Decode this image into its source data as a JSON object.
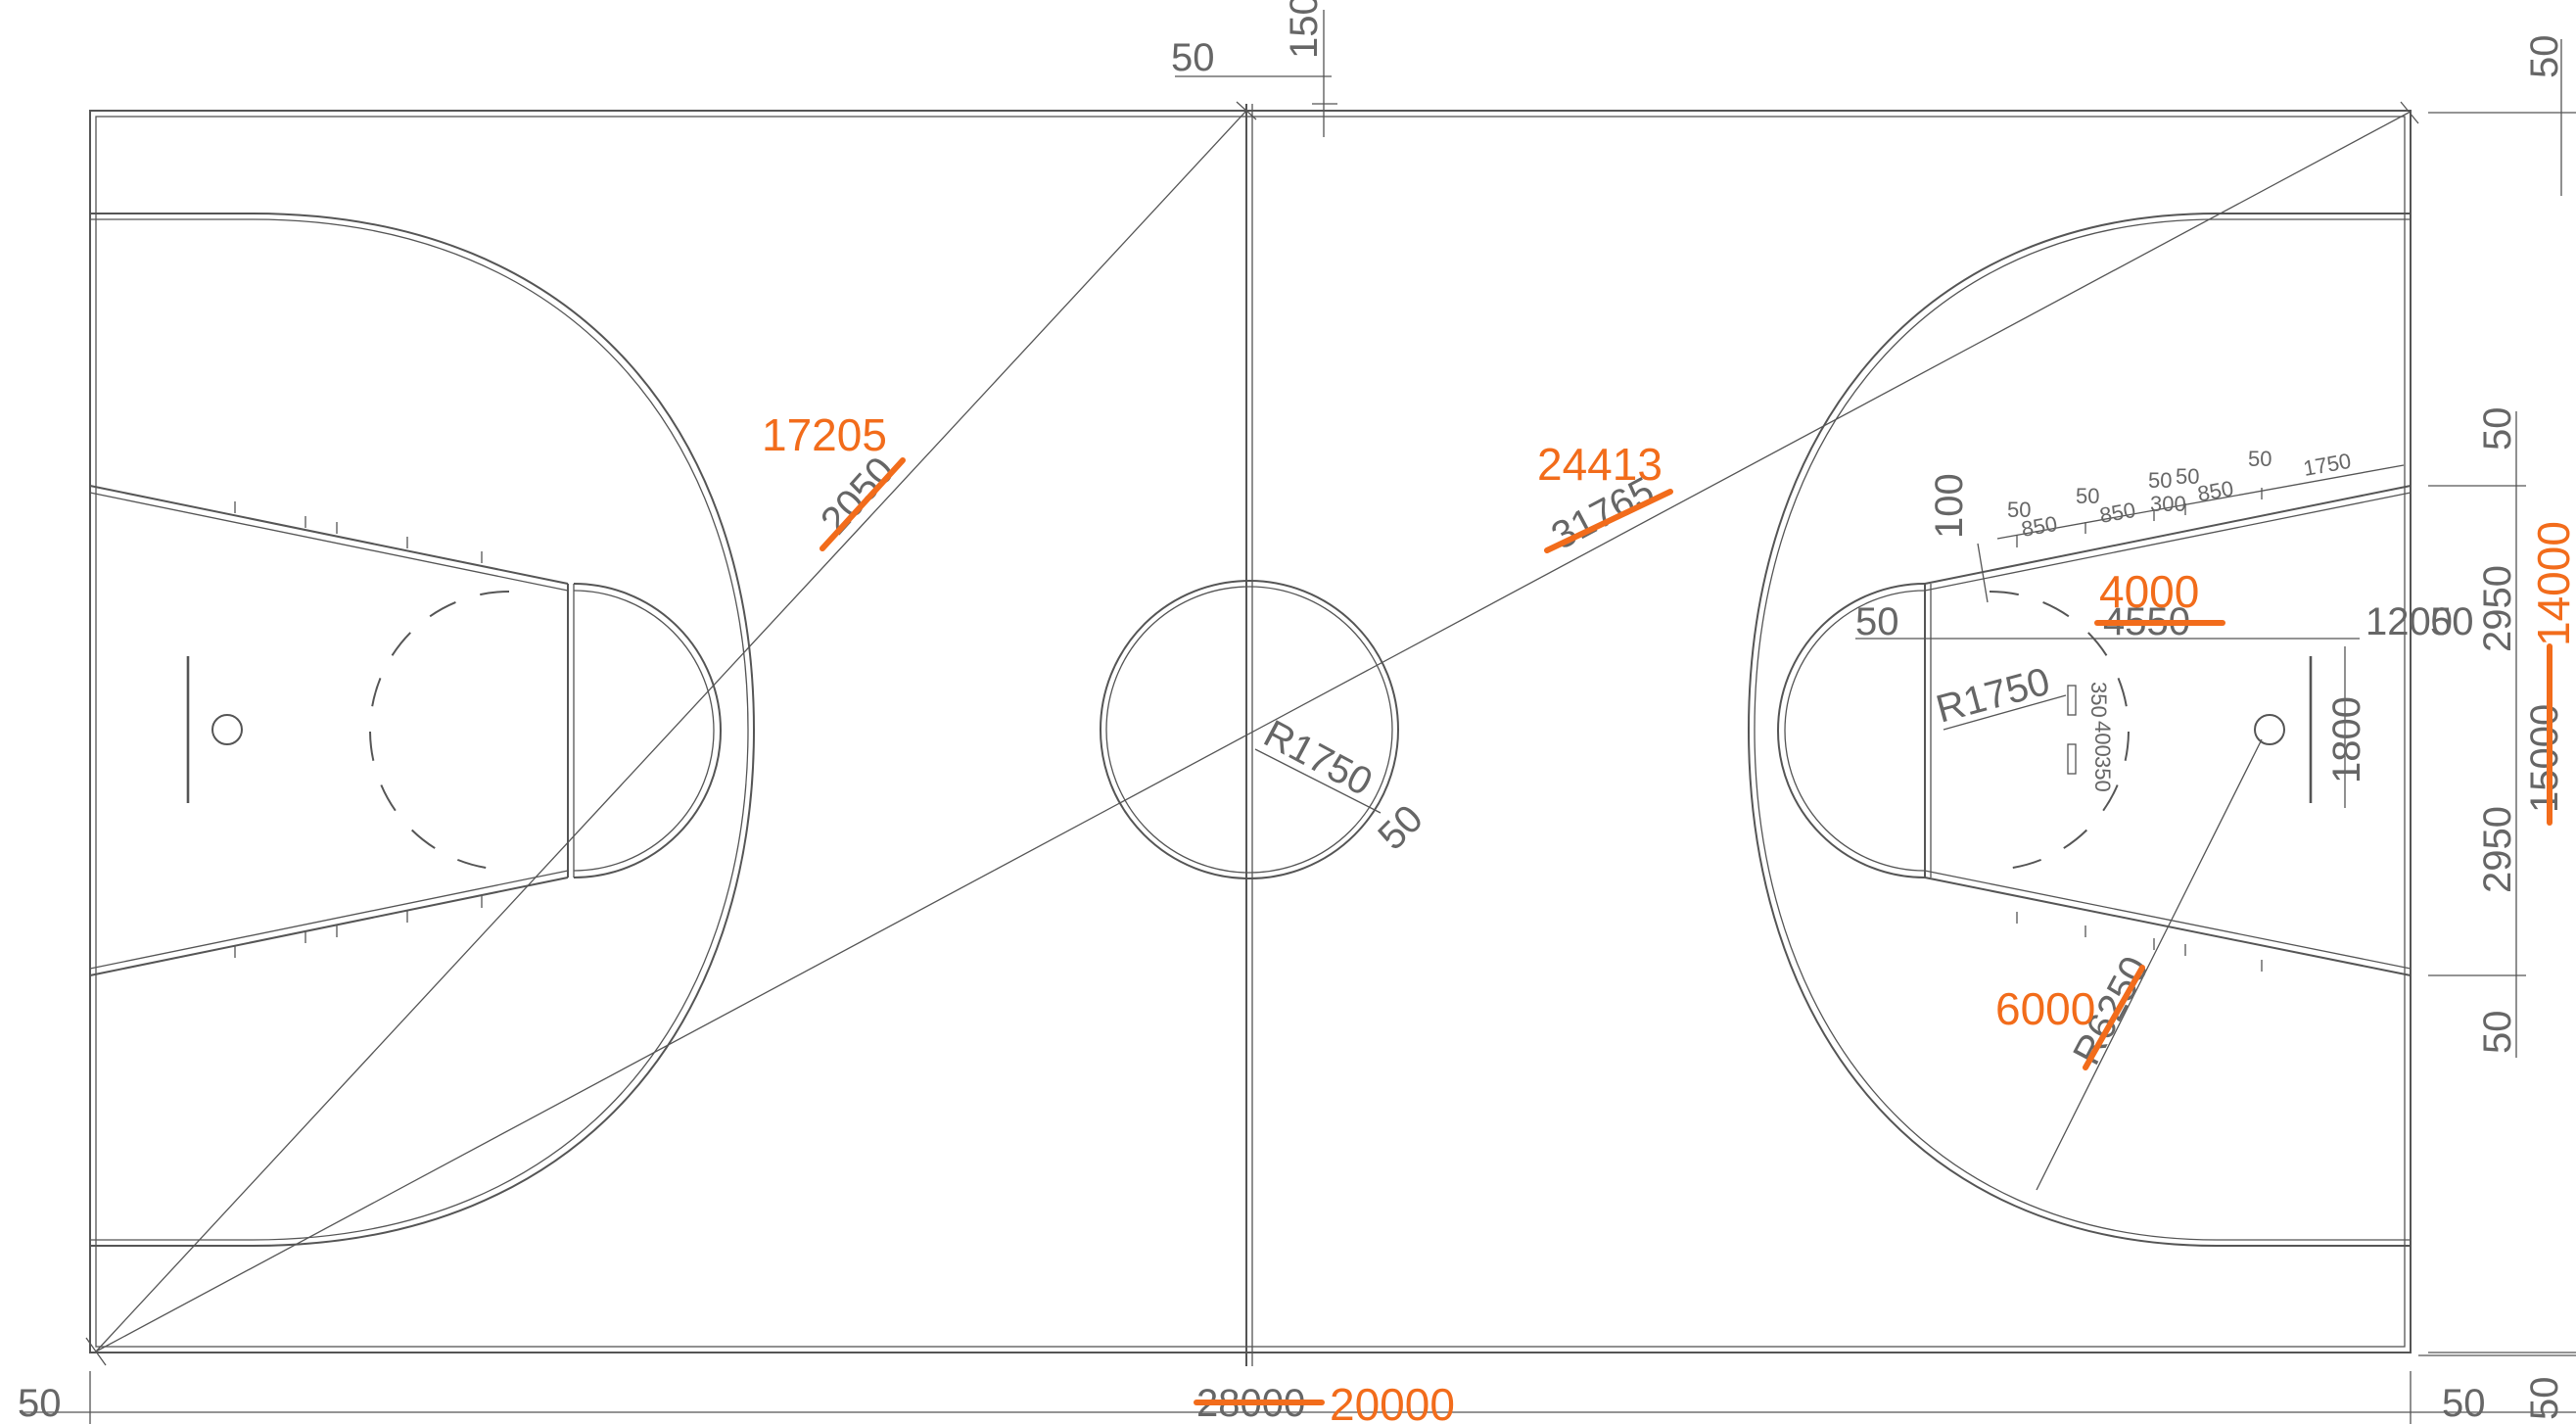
{
  "colors": {
    "line": "#555555",
    "dim_text": "#666666",
    "annotation": "#f26c1b",
    "background": "#ffffff"
  },
  "dims": {
    "top_50": "50",
    "top_150": "150",
    "top_right_50": "50",
    "bottom_left_50": "50",
    "bottom_right_50_a": "50",
    "bottom_right_50_b": "50",
    "right_50_a": "50",
    "right_2950_a": "2950",
    "right_2950_b": "2950",
    "right_50_b": "50",
    "lane_50": "50",
    "lane_1200": "1200",
    "lane_4550": "4550",
    "lane_1800": "1800",
    "lane_100": "100",
    "r1750_left": "R1750",
    "r1750_center": "R1750",
    "center_50": "50",
    "three_pt_r": "R6250",
    "side_50": "50",
    "diag_left": "2050",
    "diag_main": "31765",
    "length_total": "28000",
    "width_total": "15000",
    "marks": [
      "50",
      "850",
      "50",
      "850",
      "50",
      "50",
      "300",
      "850",
      "50",
      "1750"
    ],
    "arc_350_a": "350",
    "arc_400": "400",
    "arc_350_b": "350"
  },
  "annotations": {
    "diag_left_new": "17205",
    "diag_main_new": "24413",
    "lane_new": "4000",
    "three_pt_new": "6000",
    "length_new": "20000",
    "width_new": "14000"
  }
}
